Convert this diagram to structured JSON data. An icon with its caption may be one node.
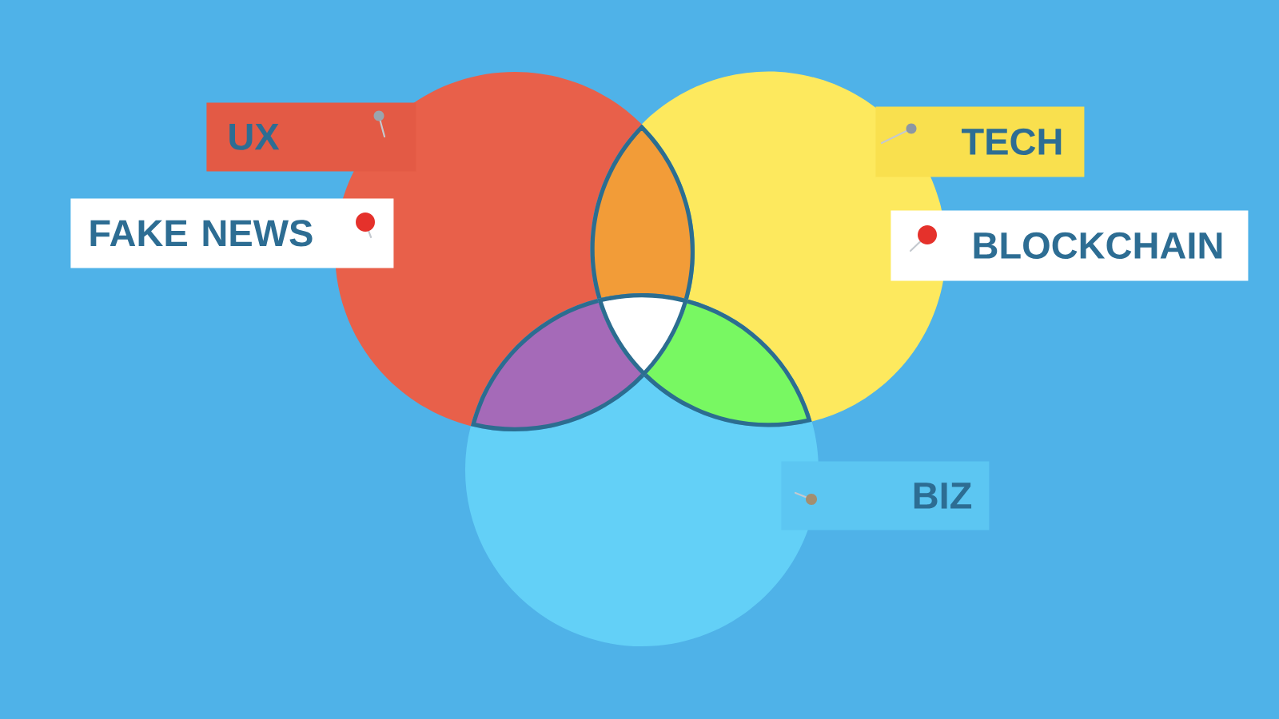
{
  "diagram": {
    "nodes": [
      {
        "text": [],
        "shape": "circle"
      },
      {
        "text": [],
        "shape": "circle"
      },
      {
        "text": [],
        "shape": "circle"
      },
      {
        "text": [],
        "shape": "lens"
      },
      {
        "text": [],
        "shape": "lens"
      },
      {
        "text": [],
        "shape": "triangle"
      },
      {
        "text": [],
        "shape": "lens"
      },
      {
        "text": [
          "UX"
        ]
      },
      {
        "text": [
          "TECH"
        ]
      },
      {
        "text": [
          "FAKE NEWS"
        ]
      },
      {
        "text": [
          "BLOCKCHAIN"
        ]
      },
      {
        "text": [
          "BIZ"
        ]
      }
    ]
  }
}
